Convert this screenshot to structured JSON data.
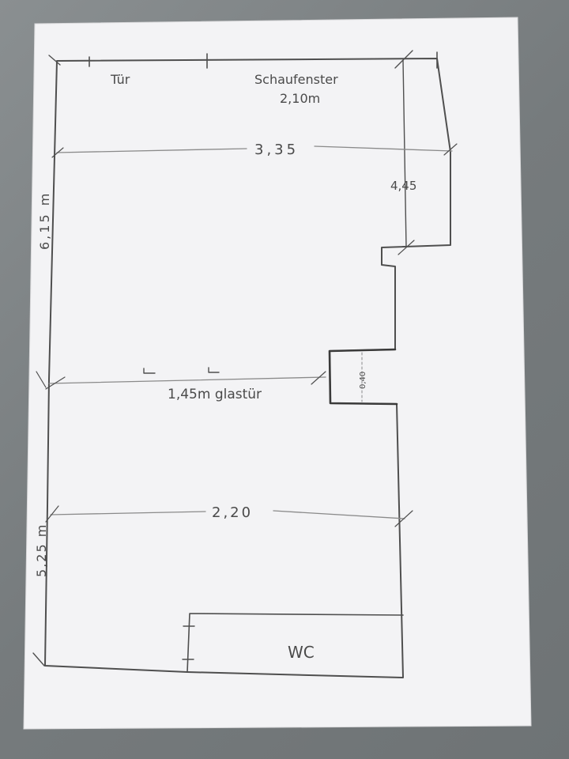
{
  "labels": {
    "door": "Tür",
    "shop_window": "Schaufenster",
    "shop_window_width": "2,10m",
    "width_top": "3,35",
    "height_right": "4,45",
    "height_left_upper": "6,15 m",
    "glass_door": "1,45m glastür",
    "width_lower": "2,20",
    "height_left_lower": "5,25 m",
    "wc": "WC",
    "pillar": "0,40"
  },
  "colors": {
    "paper": "#f2f2f4",
    "pencil": "#4f4f4f"
  }
}
